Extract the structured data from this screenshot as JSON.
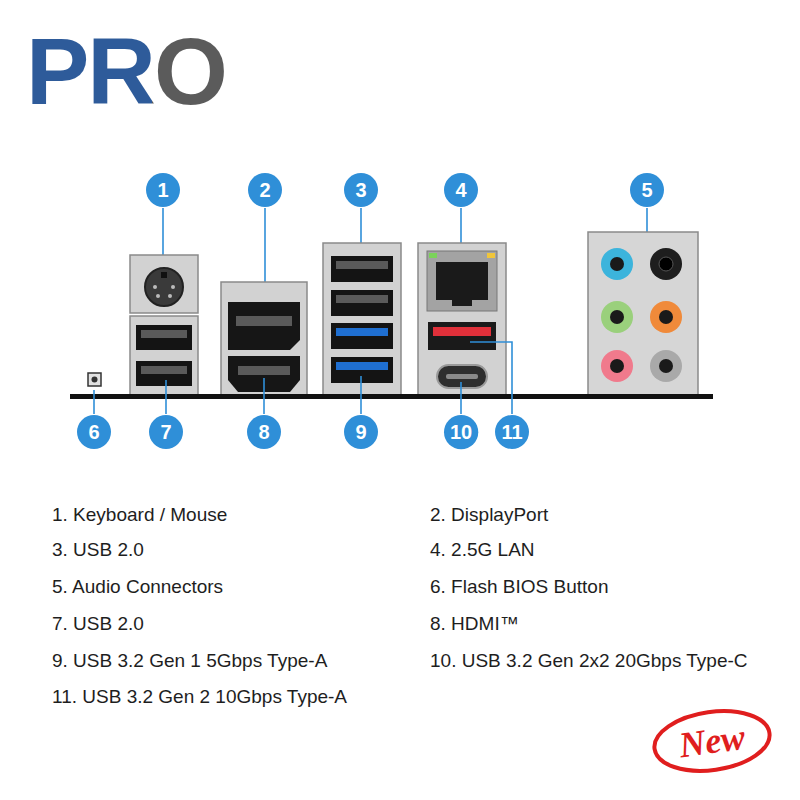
{
  "diagram": {
    "nodes": [
      {
        "text": [
          "1"
        ]
      },
      {
        "text": [
          "2"
        ]
      },
      {
        "text": [
          "3"
        ]
      },
      {
        "text": [
          "4"
        ]
      },
      {
        "text": [
          "5"
        ]
      },
      {
        "text": [
          "6"
        ]
      },
      {
        "text": [
          "7"
        ]
      },
      {
        "text": [
          "8"
        ]
      },
      {
        "text": [
          "9"
        ]
      },
      {
        "text": [
          "10"
        ]
      },
      {
        "text": [
          "11"
        ]
      },
      {
        "text": [
          "New"
        ]
      }
    ],
    "labels": [
      "PRO",
      "1. Keyboard / Mouse",
      "2. DisplayPort",
      "3. USB 2.0",
      "4. 2.5G LAN",
      "5. Audio Connectors",
      "6. Flash BIOS Button",
      "7. USB 2.0",
      "8. HDMI™",
      "9. USB 3.2 Gen 1 5Gbps Type-A",
      "10. USB 3.2 Gen 2x2 20Gbps Type-C",
      "11. USB 3.2 Gen 2 10Gbps Type-A"
    ]
  }
}
